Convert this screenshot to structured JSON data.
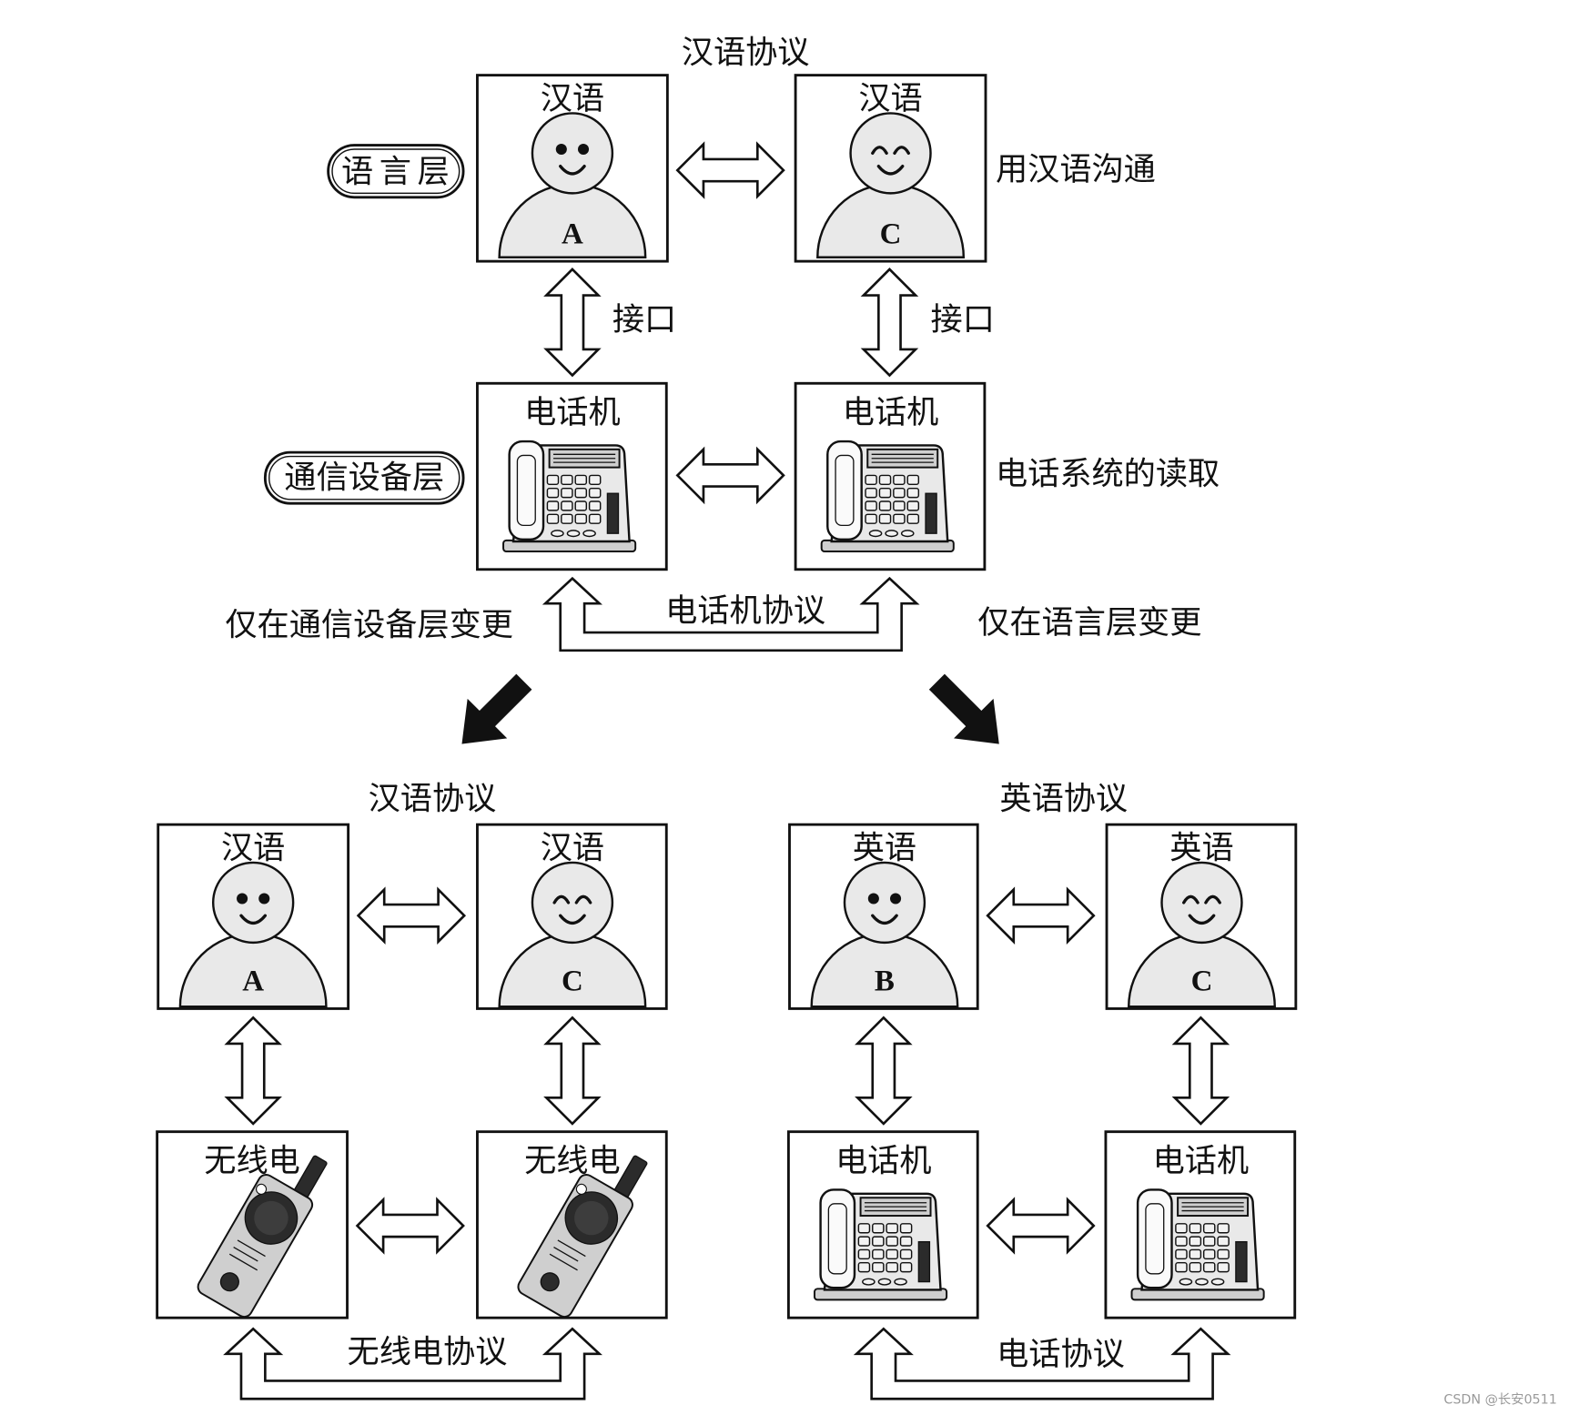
{
  "top": {
    "protocol_title": "汉语协议",
    "person_a": {
      "language": "汉语",
      "letter": "A"
    },
    "person_c": {
      "language": "汉语",
      "letter": "C"
    },
    "language_layer_label": "语言层",
    "language_layer_note": "用汉语沟通",
    "interface_left": "接口",
    "interface_right": "接口",
    "device_a": "电话机",
    "device_c": "电话机",
    "device_layer_label": "通信设备层",
    "device_layer_note": "电话系统的读取",
    "device_protocol": "电话机协议"
  },
  "branches": {
    "left_caption": "仅在通信设备层变更",
    "right_caption": "仅在语言层变更"
  },
  "bottom_left": {
    "protocol_title": "汉语协议",
    "person_a": {
      "language": "汉语",
      "letter": "A"
    },
    "person_c": {
      "language": "汉语",
      "letter": "C"
    },
    "device_a": "无线电",
    "device_c": "无线电",
    "device_protocol": "无线电协议"
  },
  "bottom_right": {
    "protocol_title": "英语协议",
    "person_b": {
      "language": "英语",
      "letter": "B"
    },
    "person_c": {
      "language": "英语",
      "letter": "C"
    },
    "device_b": "电话机",
    "device_c": "电话机",
    "device_protocol": "电话协议"
  },
  "watermark": "CSDN @长安0511",
  "colors": {
    "ink": "#111111",
    "figure": "#e9e9e9",
    "figure_dark": "#cfcfcf",
    "dark": "#2b2b2b",
    "paper": "#ffffff",
    "muted": "#9a9a9a"
  }
}
